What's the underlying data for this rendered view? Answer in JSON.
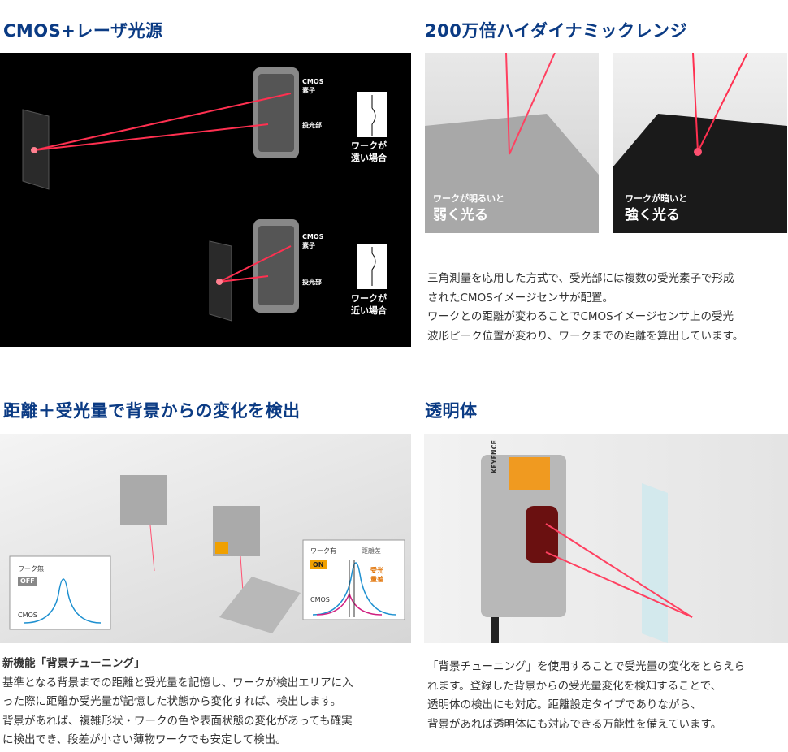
{
  "sections": {
    "cmos": {
      "title": "CMOS+レーザ光源",
      "labels": {
        "cmos": "CMOS",
        "element": "素子",
        "emitter": "投光部",
        "far_line1": "ワークが",
        "far_line2": "遠い場合",
        "near_line1": "ワークが",
        "near_line2": "近い場合"
      }
    },
    "range": {
      "title": "200万倍ハイダイナミックレンジ",
      "bright_caption_small": "ワークが明るいと",
      "bright_caption_large": "弱く光る",
      "dark_caption_small": "ワークが暗いと",
      "dark_caption_large": "強く光る",
      "description": [
        "三角測量を応用した方式で、受光部には複数の受光素子で形成",
        "されたCMOSイメージセンサが配置。",
        "ワークとの距離が変わることでCMOSイメージセンサ上の受光",
        "波形ピーク位置が変わり、ワークまでの距離を算出しています。"
      ]
    },
    "distance": {
      "title": "距離＋受光量で背景からの変化を検出",
      "left_inset": {
        "label": "ワーク無",
        "state": "OFF",
        "cmos": "CMOS"
      },
      "right_inset": {
        "label": "ワーク有",
        "distance_diff": "距離差",
        "light_diff_1": "受光",
        "light_diff_2": "量差",
        "state": "ON",
        "cmos": "CMOS"
      },
      "subtitle": "新機能「背景チューニング」",
      "description": [
        "基準となる背景までの距離と受光量を記憶し、ワークが検出エリアに入",
        "った際に距離か受光量が記憶した状態から変化すれば、検出します。",
        "背景があれば、複雑形状・ワークの色や表面状態の変化があっても確実",
        "に検出でき、段差が小さい薄物ワークでも安定して検出。"
      ]
    },
    "transparent": {
      "title": "透明体",
      "brand": "KEYENCE",
      "description": [
        "「背景チューニング」を使用することで受光量の変化をとらえら",
        "れます。登録した背景からの受光量変化を検知することで、",
        "透明体の検出にも対応。距離設定タイプでありながら、",
        "背景があれば透明体にも対応できる万能性を備えています。"
      ]
    }
  },
  "colors": {
    "heading": "#0b3b84",
    "laser": "#ff3050",
    "on": "#f0a000"
  }
}
